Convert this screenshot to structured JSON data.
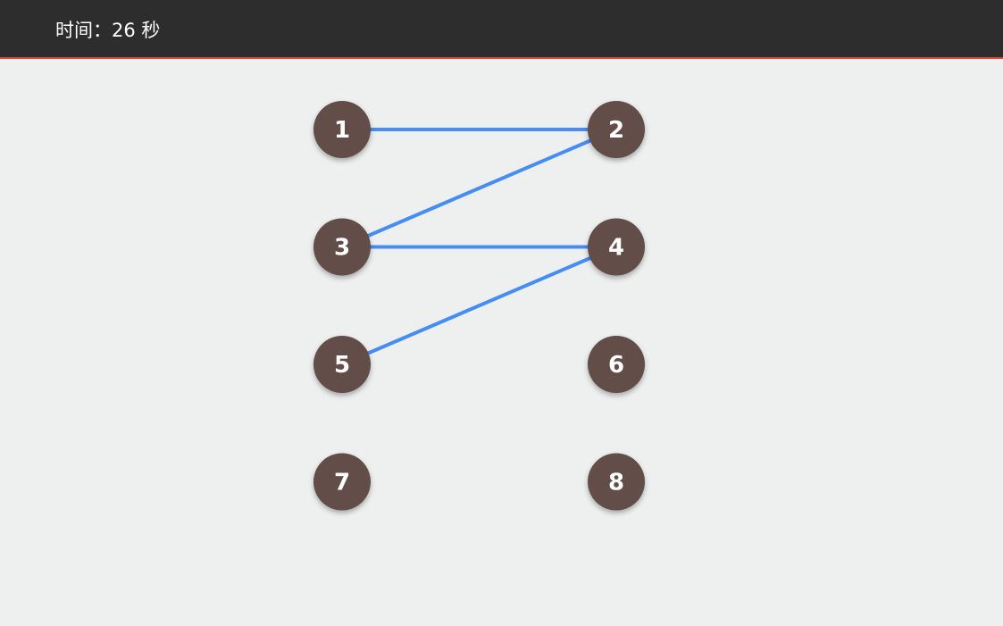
{
  "header": {
    "timer_label": "时间：",
    "timer_value": "26",
    "timer_unit": "秒"
  },
  "colors": {
    "header_bg": "#2d2d2d",
    "header_accent": "#e0473b",
    "board_bg": "#eef0f0",
    "node_fill": "#624d48",
    "link_color": "#468cf5"
  },
  "nodes": [
    {
      "id": 1,
      "label": "1"
    },
    {
      "id": 2,
      "label": "2"
    },
    {
      "id": 3,
      "label": "3"
    },
    {
      "id": 4,
      "label": "4"
    },
    {
      "id": 5,
      "label": "5"
    },
    {
      "id": 6,
      "label": "6"
    },
    {
      "id": 7,
      "label": "7"
    },
    {
      "id": 8,
      "label": "8"
    }
  ],
  "links": [
    {
      "from": 1,
      "to": 2
    },
    {
      "from": 3,
      "to": 2
    },
    {
      "from": 3,
      "to": 4
    },
    {
      "from": 5,
      "to": 4
    }
  ]
}
